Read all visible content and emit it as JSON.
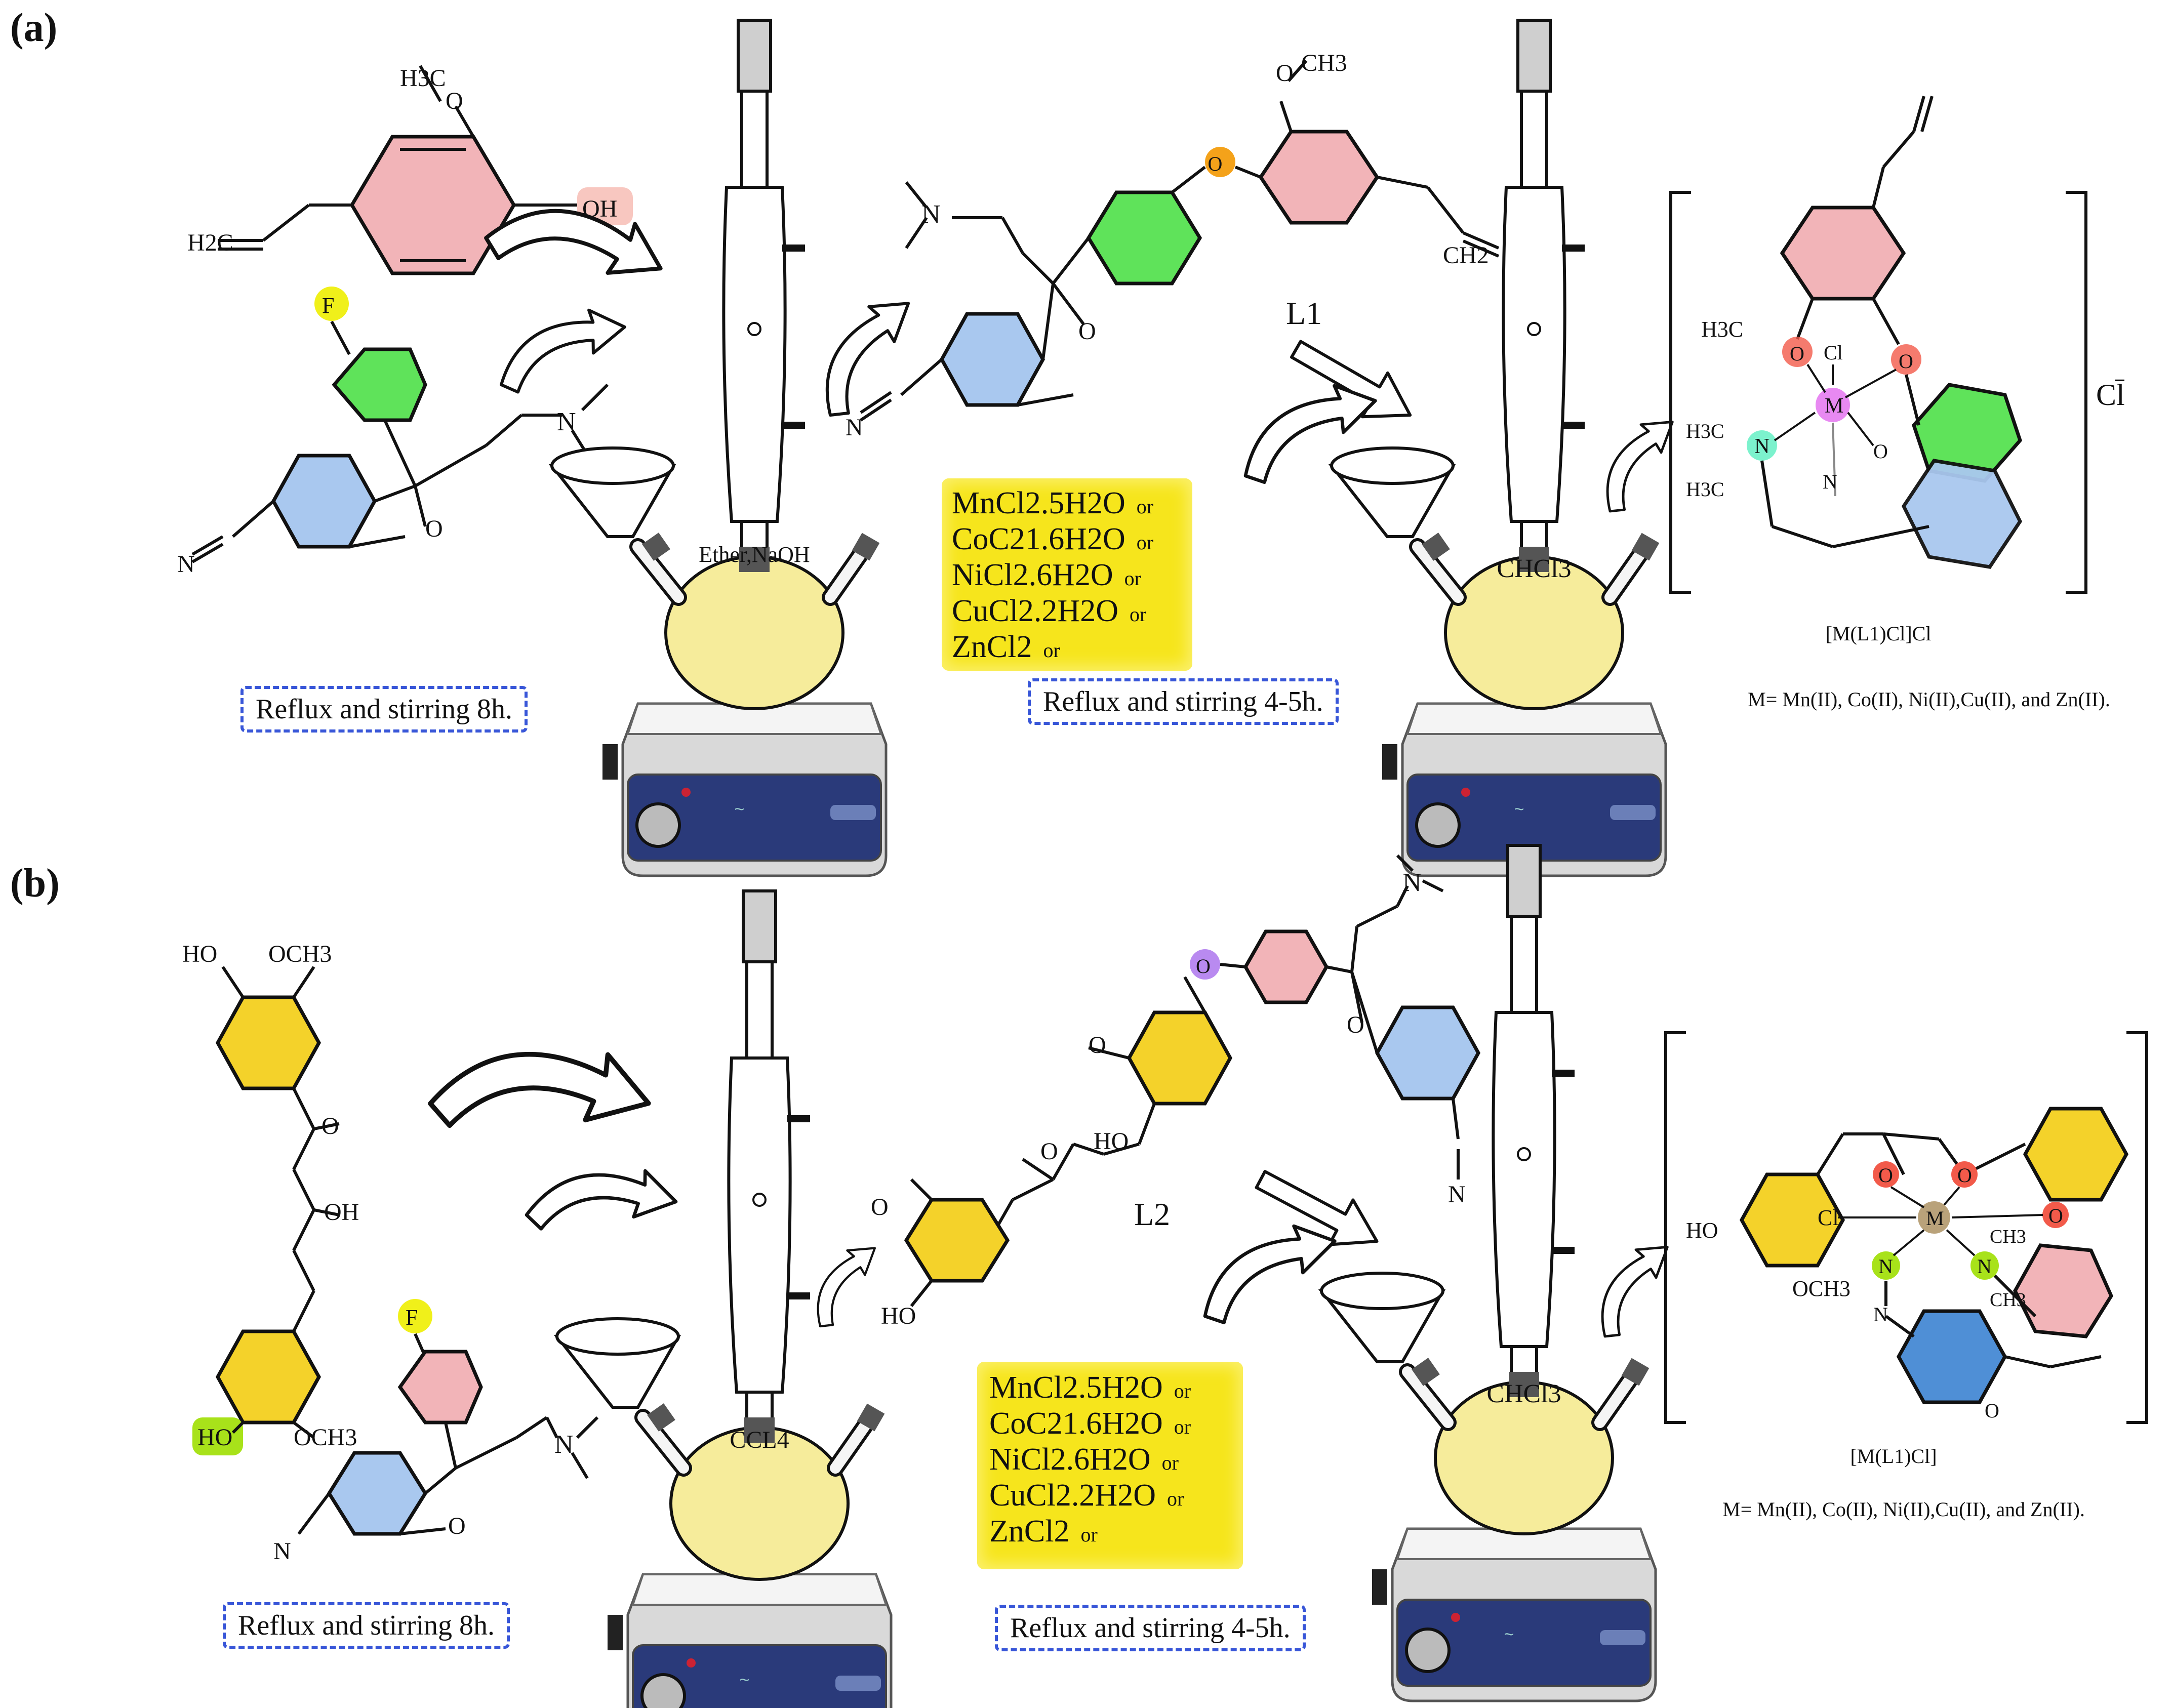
{
  "panels": [
    {
      "label": "(a)",
      "note_step1": "Reflux and stirring 8h.",
      "note_step2": "Reflux and stirring 4-5h.",
      "flask1_solvent": "Ether,NaOH",
      "flask2_solvent": "CHCl3",
      "ligand_label": "L1",
      "salts": [
        "MnCl2.5H2O",
        "CoC21.6H2O",
        "NiCl2.6H2O",
        "CuCl2.2H2O",
        "ZnCl2"
      ],
      "salt_connector": "or",
      "product_label": "[M(L1)Cl]Cl",
      "counter_ion": "Cl̄",
      "metals": "M= Mn(II), Co(II), Ni(II),Cu(II), and Zn(II)."
    },
    {
      "label": "(b)",
      "note_step1": "Reflux and stirring 8h.",
      "note_step2": "Reflux and stirring 4-5h.",
      "flask1_solvent": "CCL4",
      "flask2_solvent": "CHCl3",
      "ligand_label": "L2",
      "salts": [
        "MnCl2.5H2O",
        "CoC21.6H2O",
        "NiCl2.6H2O",
        "CuCl2.2H2O",
        "ZnCl2"
      ],
      "salt_connector": "or",
      "product_label": "[M(L1)Cl]",
      "metals": "M= Mn(II), Co(II), Ni(II),Cu(II), and Zn(II)."
    }
  ],
  "atoms": {
    "h3c_o": "H3C",
    "o": "O",
    "oh": "OH",
    "ho": "HO",
    "och3": "OCH3",
    "ch3": "CH3",
    "h2c": "H2C",
    "ch2": "CH2",
    "f": "F",
    "n": "N",
    "nc": "N",
    "cl": "Cl",
    "m": "M",
    "h3c": "H3C"
  },
  "colors": {
    "ring_pink": "#f2b4b8",
    "ring_green": "#5fe35a",
    "ring_blue": "#a9c8ef",
    "ring_yellow": "#f4d22a",
    "ring_pink_b": "#f2b4b8",
    "ring_blue_b": "#4f8fd6",
    "oxygen_orange": "#f4a21a",
    "oxygen_purple": "#b98af0",
    "atom_red": "#f25a4a",
    "atom_teal": "#7cf2cd",
    "atom_lime": "#a8e21a",
    "metal_pink": "#e889f2",
    "metal_tan": "#b9a27a",
    "fluorine": "#f0f01a",
    "flask_fill": "#f6ec9b",
    "note_border": "#3856d8",
    "salt_box": "#f6e51c"
  },
  "icons": [
    "curved-arrow-icon",
    "straight-arrow-icon",
    "reflux-apparatus-icon",
    "hot-plate-icon"
  ]
}
